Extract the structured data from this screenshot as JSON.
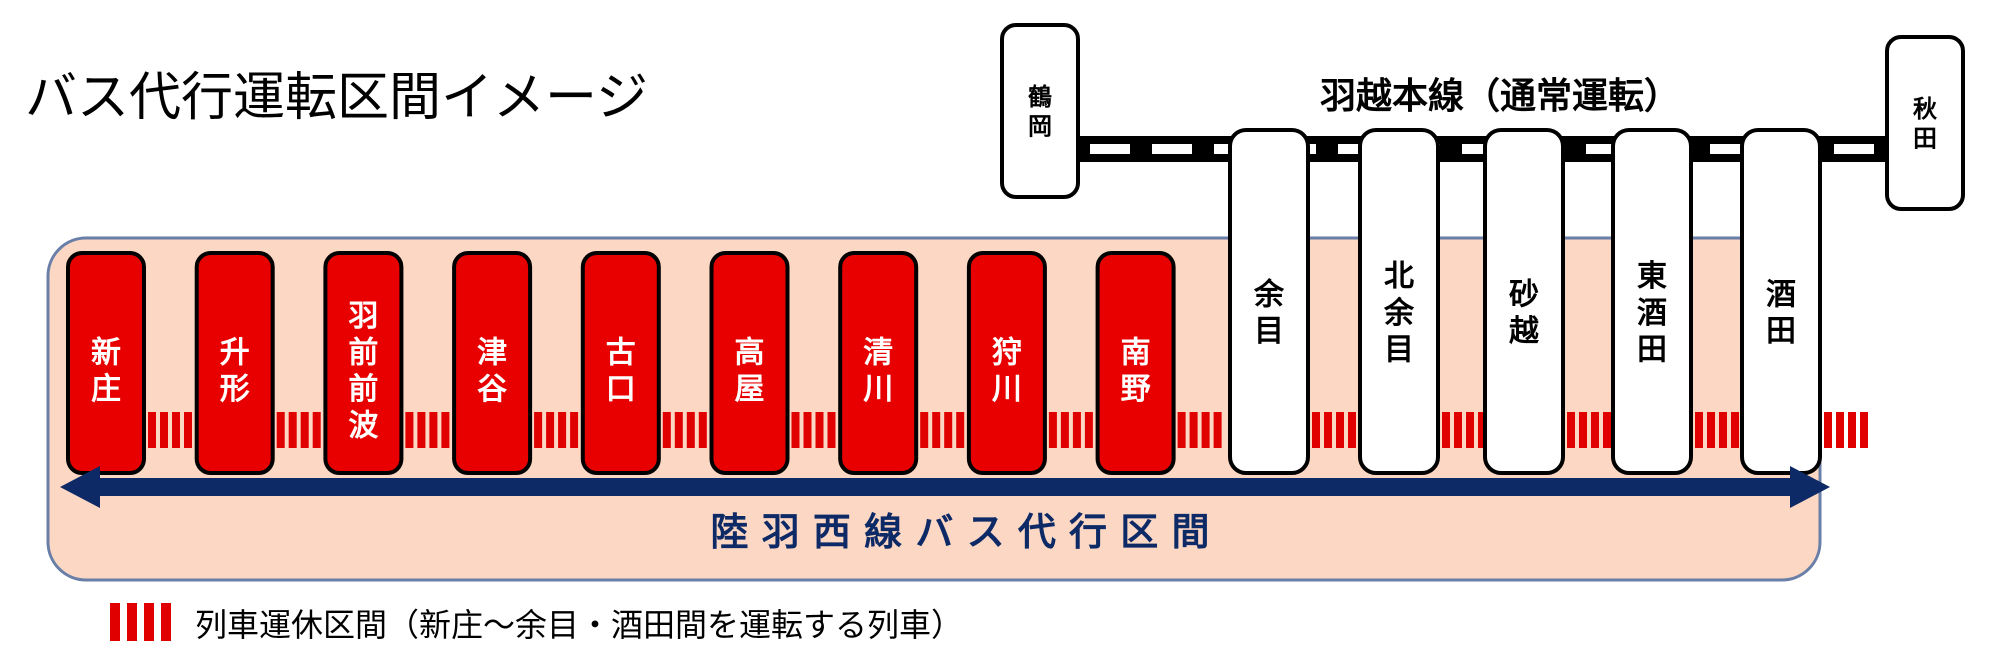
{
  "title": "バス代行運転区間イメージ",
  "main_line": {
    "label": "羽越本線（通常運転）",
    "end_left": "鶴岡",
    "end_right": "秋田",
    "color": "#000000"
  },
  "bus_section": {
    "label": "陸 羽 西 線 バ ス 代 行 区 間",
    "arrow_color": "#0d2a66",
    "band_color": "#fbd7c4"
  },
  "red_stations": [
    "新庄",
    "升形",
    "羽前前波",
    "津谷",
    "古口",
    "高屋",
    "清川",
    "狩川",
    "南野"
  ],
  "white_stations": [
    "余目",
    "北余目",
    "砂越",
    "東酒田",
    "酒田"
  ],
  "legend": {
    "text": "列車運休区間（新庄～余目・酒田間を運転する列車）",
    "color": "#e00000"
  },
  "colors": {
    "station_red": "#e80000",
    "station_white": "#ffffff",
    "text_navy": "#0d2a66"
  }
}
